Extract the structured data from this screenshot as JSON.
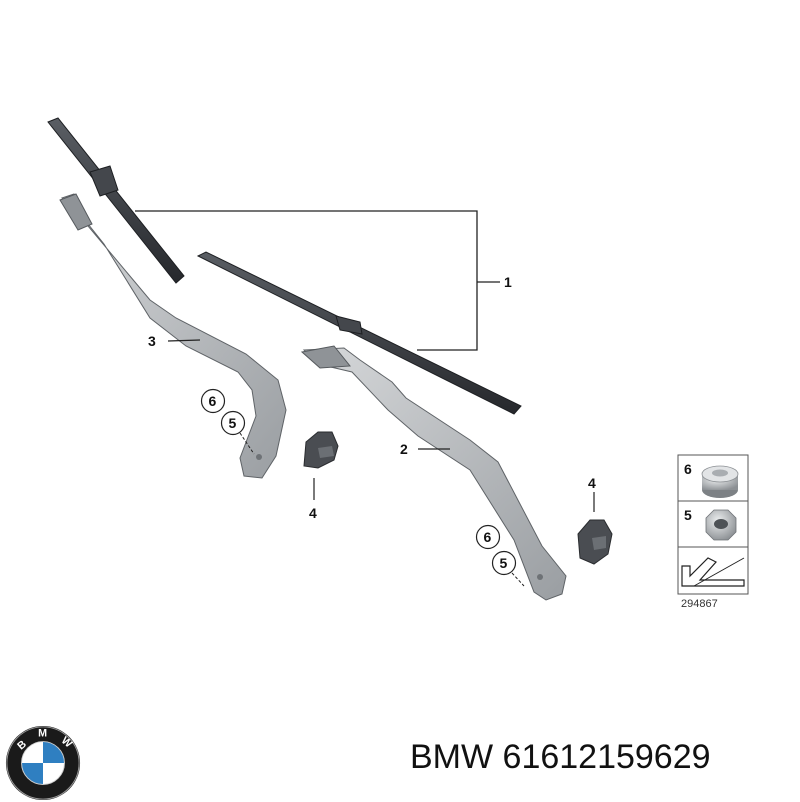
{
  "diagram": {
    "callouts": {
      "blade_set": "1",
      "arm_right": "2",
      "arm_left": "3",
      "cap_left": "4",
      "cap_right": "4",
      "nut_left_6": "6",
      "nut_left_5": "5",
      "nut_right_6": "6",
      "nut_right_5": "5"
    },
    "legend": {
      "item_a": "6",
      "item_b": "5",
      "reference_number": "294867"
    }
  },
  "caption": {
    "brand": "BMW",
    "part_number": "61612159629",
    "text": "BMW 61612159629"
  },
  "logo": {
    "letters": "BMW",
    "colors": {
      "ring": "#1a1a1a",
      "blue": "#2f7fc1",
      "white": "#ffffff"
    }
  },
  "colors": {
    "blade": "#3a3d42",
    "arm": "#b9bcbf",
    "arm_dark": "#7d8185",
    "cap": "#4a4d52",
    "lines": "#222222"
  }
}
